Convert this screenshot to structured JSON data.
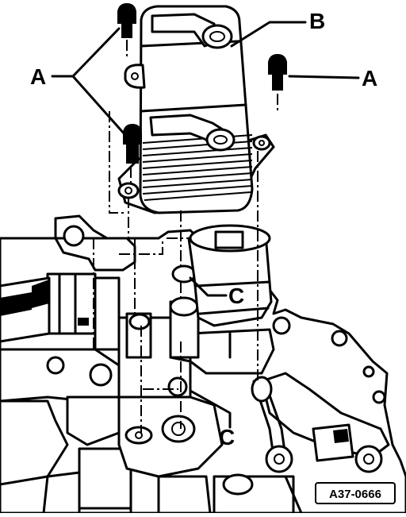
{
  "diagram": {
    "labels": {
      "a_left": "A",
      "a_right": "A",
      "b": "B",
      "c_upper": "C",
      "c_lower": "C"
    },
    "figure_code": "A37-0666"
  }
}
